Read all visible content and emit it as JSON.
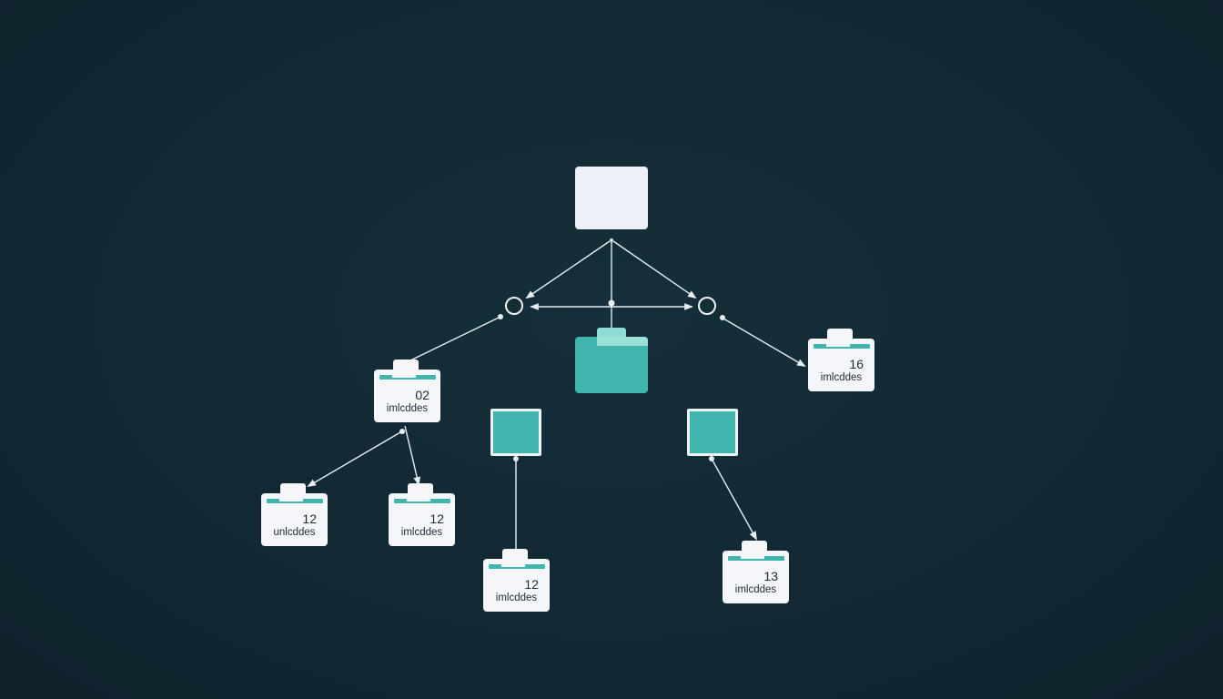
{
  "root": {
    "icon": "blank-square-icon"
  },
  "center_folder": {
    "icon": "folder-icon",
    "color": "#3eb5ad"
  },
  "accent_color": "#3eb5ad",
  "cards": [
    {
      "id": "card-a",
      "number": "02",
      "label": "imlcddes"
    },
    {
      "id": "card-b",
      "number": "16",
      "label": "imlcddes"
    },
    {
      "id": "card-c",
      "number": "12",
      "label": "unlcddes"
    },
    {
      "id": "card-d",
      "number": "12",
      "label": "imlcddes"
    },
    {
      "id": "card-e",
      "number": "12",
      "label": "imlcddes"
    },
    {
      "id": "card-f",
      "number": "13",
      "label": "imlcddes"
    }
  ]
}
